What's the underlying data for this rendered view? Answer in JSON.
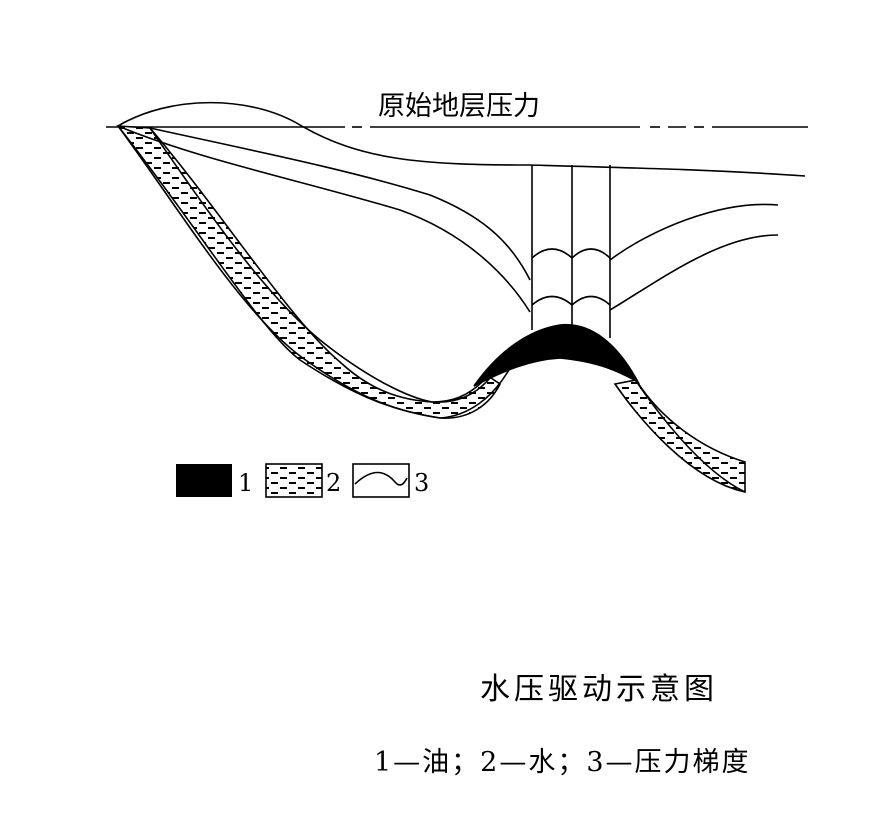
{
  "diagram": {
    "pressure_label": "原始地层压力",
    "caption_title": "水压驱动示意图",
    "caption_legend": "1—油；2—水；3—压力梯度",
    "legend": [
      {
        "number": "1",
        "meaning": "oil",
        "symbol": "solid-black-fill"
      },
      {
        "number": "2",
        "meaning": "water",
        "symbol": "dashed-hatch"
      },
      {
        "number": "3",
        "meaning": "pressure gradient",
        "symbol": "curve-box"
      }
    ],
    "colors": {
      "line": "#000000",
      "oil": "#000000",
      "background": "#ffffff"
    }
  }
}
